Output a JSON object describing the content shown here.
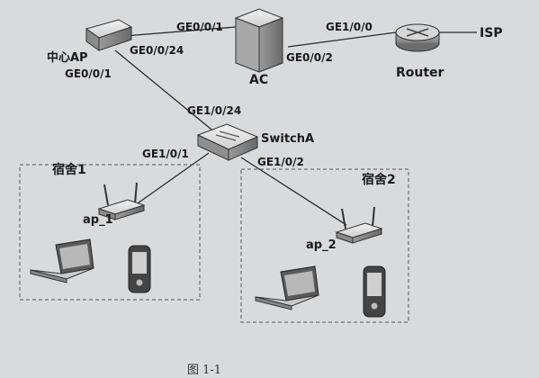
{
  "devices": {
    "central_ap": "中心AP",
    "ac": "AC",
    "router": "Router",
    "isp": "ISP",
    "switch": "SwitchA",
    "ap1": "ap_1",
    "ap2": "ap_2"
  },
  "ports": {
    "central_ap_up": "GE0/0/24",
    "central_ap_down": "GE0/0/1",
    "ac_left": "GE0/0/1",
    "ac_right": "GE0/0/2",
    "router_in": "GE1/0/0",
    "switch_up": "GE1/0/24",
    "switch_left": "GE1/0/1",
    "switch_right": "GE1/0/2"
  },
  "areas": {
    "dorm1": "宿舍1",
    "dorm2": "宿舍2"
  },
  "caption": "图 1-1",
  "colors": {
    "background": "#d9dadb",
    "line": "#2a2a2a",
    "device_dark": "#3a3a3a"
  }
}
